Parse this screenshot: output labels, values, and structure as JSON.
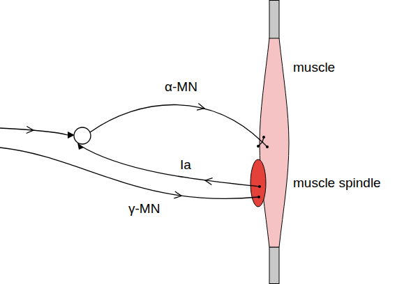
{
  "diagram": {
    "nodes": [
      {
        "text": [
          "muscle"
        ]
      },
      {
        "text": [
          "muscle spindle"
        ],
        "in": 0
      }
    ],
    "labels": [
      "α-MN",
      "Ia",
      "γ-MN"
    ]
  }
}
